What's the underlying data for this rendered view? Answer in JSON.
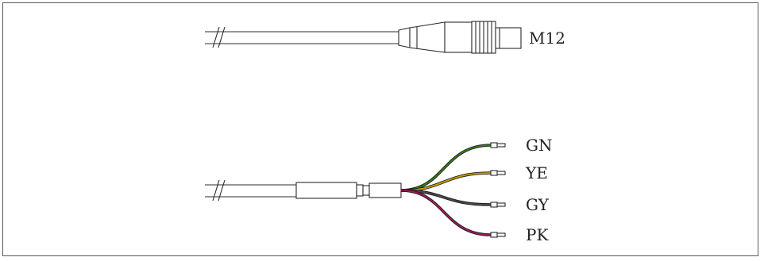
{
  "connector_label": "M12",
  "wires": [
    {
      "label": "GN",
      "color": "#3a7a1e"
    },
    {
      "label": "YE",
      "color": "#c8a000"
    },
    {
      "label": "GY",
      "color": "#4a4a4a"
    },
    {
      "label": "PK",
      "color": "#a01a5a"
    }
  ]
}
